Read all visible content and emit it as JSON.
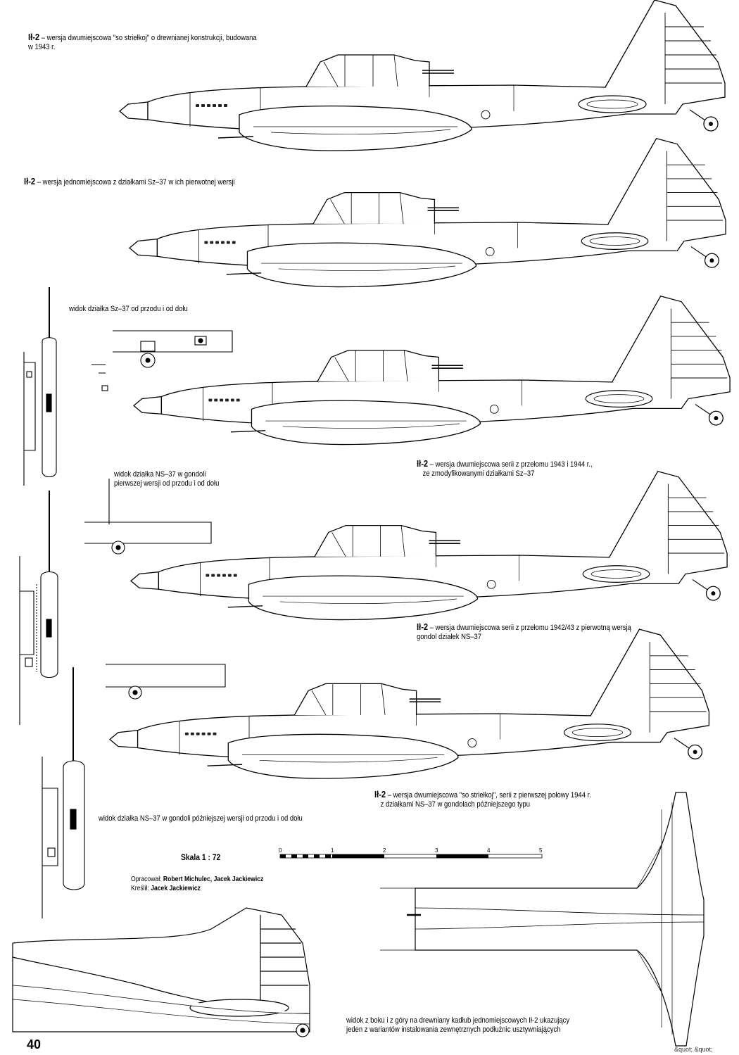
{
  "captions": {
    "c1_title": "Ił-2",
    "c1_text": " – wersja dwumiejscowa \"so striełkoj\" o drewnianej konstrukcji, budowana",
    "c1_text2": "w 1943 r.",
    "c2_title": "Ił-2",
    "c2_text": " – wersja jednomiejscowa z działkami Sz–37 w ich pierwotnej wersji",
    "c3_text": "widok działka Sz–37 od przodu i od dołu",
    "c4_text": "widok działka NS–37 w gondoli",
    "c4_text2": "pierwszej wersji  od przodu i od dołu",
    "c5_title": "Ił-2",
    "c5_text": " – wersja dwumiejscowa serii z przełomu 1943 i 1944 r.,",
    "c5_text2": "ze zmodyfikowanymi działkami Sz–37",
    "c6_title": "Ił-2",
    "c6_text": " – wersja dwumiejscowa serii z przełomu 1942/43 z pierwotną wersją",
    "c6_text2": "gondol działek NS–37",
    "c7_title": "Ił-2",
    "c7_text": " – wersja dwumiejscowa \"so striełkoj\", serii z pierwszej połowy 1944 r.",
    "c7_text2": "z działkami NS–37 w gondolach późniejszego typu",
    "c8_text": "widok działka NS–37 w gondoli późniejszej wersji od przodu i od dołu",
    "c9_text": "widok z boku i z góry na drewniany kadłub jednomiejscowych Ił-2 ukazujący",
    "c9_text2": "jeden z wariantów instalowania zewnętrznych podłużnic usztywniających"
  },
  "scale": {
    "label": "Skala 1 : 72",
    "ticks": [
      "0",
      "1",
      "2",
      "3",
      "4",
      "5"
    ]
  },
  "credits": {
    "prepared_label": "Opracował:",
    "prepared_names": " Robert Michulec, Jacek Jackiewicz",
    "drawn_label": "Kreślił:",
    "drawn_names": " Jacek Jackiewicz"
  },
  "page_number": "40",
  "corner_text": "&quot; &quot;"
}
